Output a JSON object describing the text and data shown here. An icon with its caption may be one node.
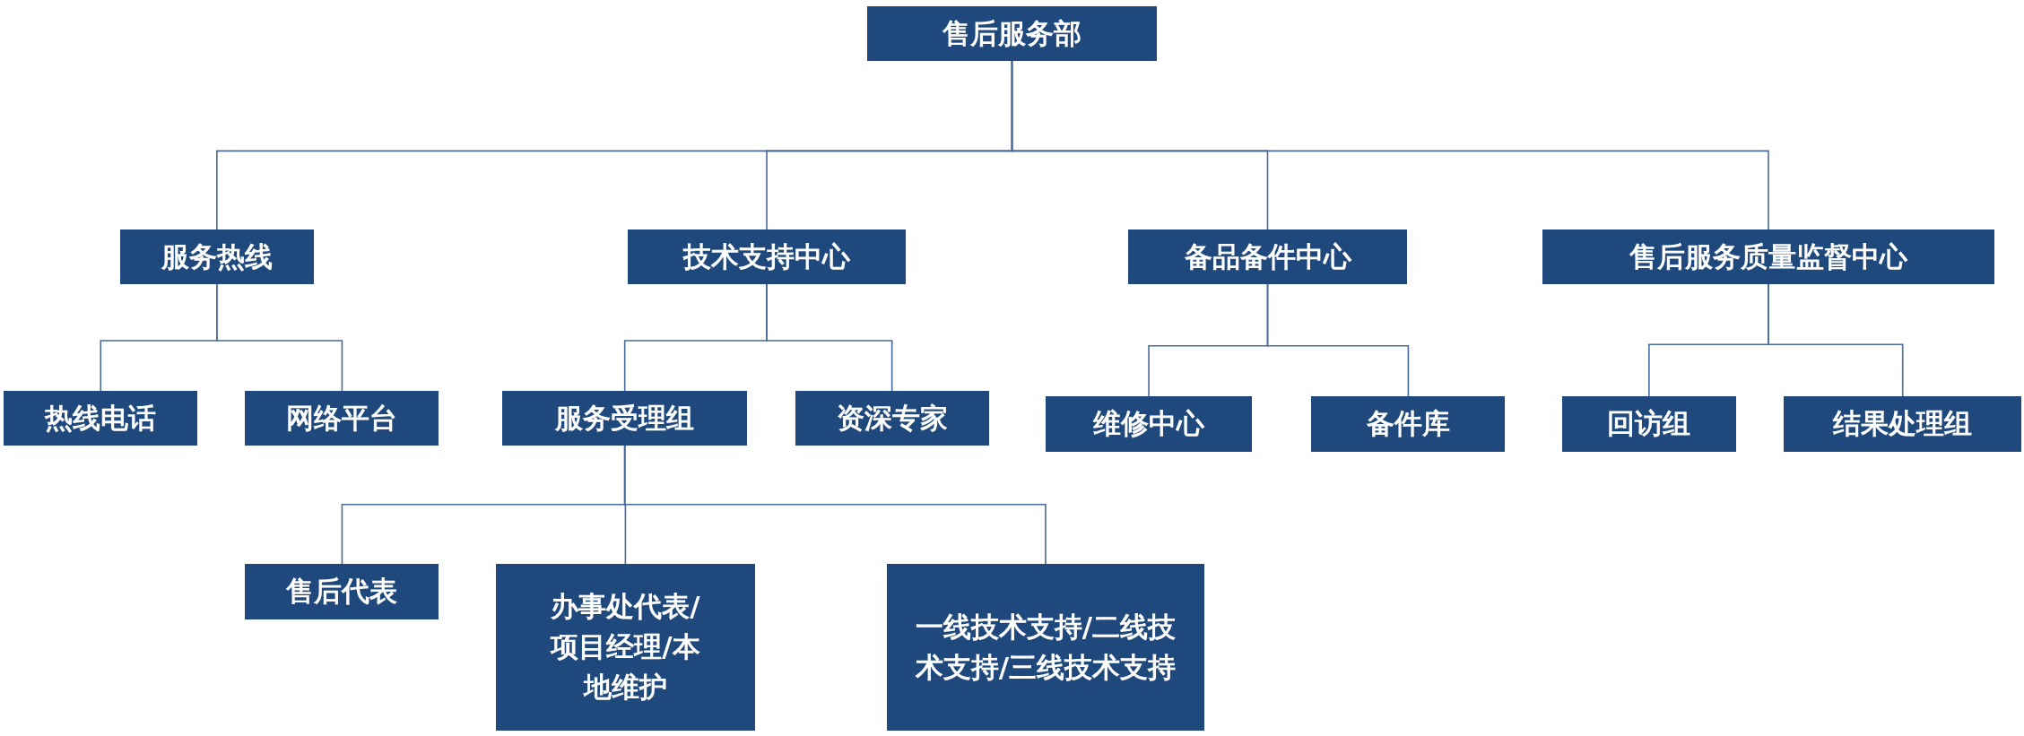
{
  "diagram": {
    "nodes": [
      {
        "text": [
          "售后服务部"
        ]
      },
      {
        "text": [
          "服务热线"
        ]
      },
      {
        "text": [
          "技术支持中心"
        ]
      },
      {
        "text": [
          "备品备件中心"
        ]
      },
      {
        "text": [
          "售后服务质量监督中心"
        ]
      },
      {
        "text": [
          "热线电话"
        ]
      },
      {
        "text": [
          "网络平台"
        ]
      },
      {
        "text": [
          "服务受理组"
        ]
      },
      {
        "text": [
          "资深专家"
        ]
      },
      {
        "text": [
          "维修中心"
        ]
      },
      {
        "text": [
          "备件库"
        ]
      },
      {
        "text": [
          "回访组"
        ]
      },
      {
        "text": [
          "结果处理组"
        ]
      },
      {
        "text": [
          "售后代表"
        ]
      },
      {
        "text": [
          "办事处代表/项目经理/本地维护"
        ]
      },
      {
        "text": [
          "一线技术支持/二线技术支持/三线技术支持"
        ]
      }
    ],
    "edges": [
      {
        "from": 0,
        "to": 1,
        "arrow": "none"
      },
      {
        "from": 0,
        "to": 2,
        "arrow": "none"
      },
      {
        "from": 0,
        "to": 3,
        "arrow": "none"
      },
      {
        "from": 0,
        "to": 4,
        "arrow": "none"
      },
      {
        "from": 1,
        "to": 5,
        "arrow": "none"
      },
      {
        "from": 1,
        "to": 6,
        "arrow": "none"
      },
      {
        "from": 2,
        "to": 7,
        "arrow": "none"
      },
      {
        "from": 2,
        "to": 8,
        "arrow": "none"
      },
      {
        "from": 3,
        "to": 9,
        "arrow": "none"
      },
      {
        "from": 3,
        "to": 10,
        "arrow": "none"
      },
      {
        "from": 4,
        "to": 11,
        "arrow": "none"
      },
      {
        "from": 4,
        "to": 12,
        "arrow": "none"
      },
      {
        "from": 7,
        "to": 13,
        "arrow": "none"
      },
      {
        "from": 7,
        "to": 14,
        "arrow": "none"
      },
      {
        "from": 7,
        "to": 15,
        "arrow": "none"
      }
    ]
  }
}
